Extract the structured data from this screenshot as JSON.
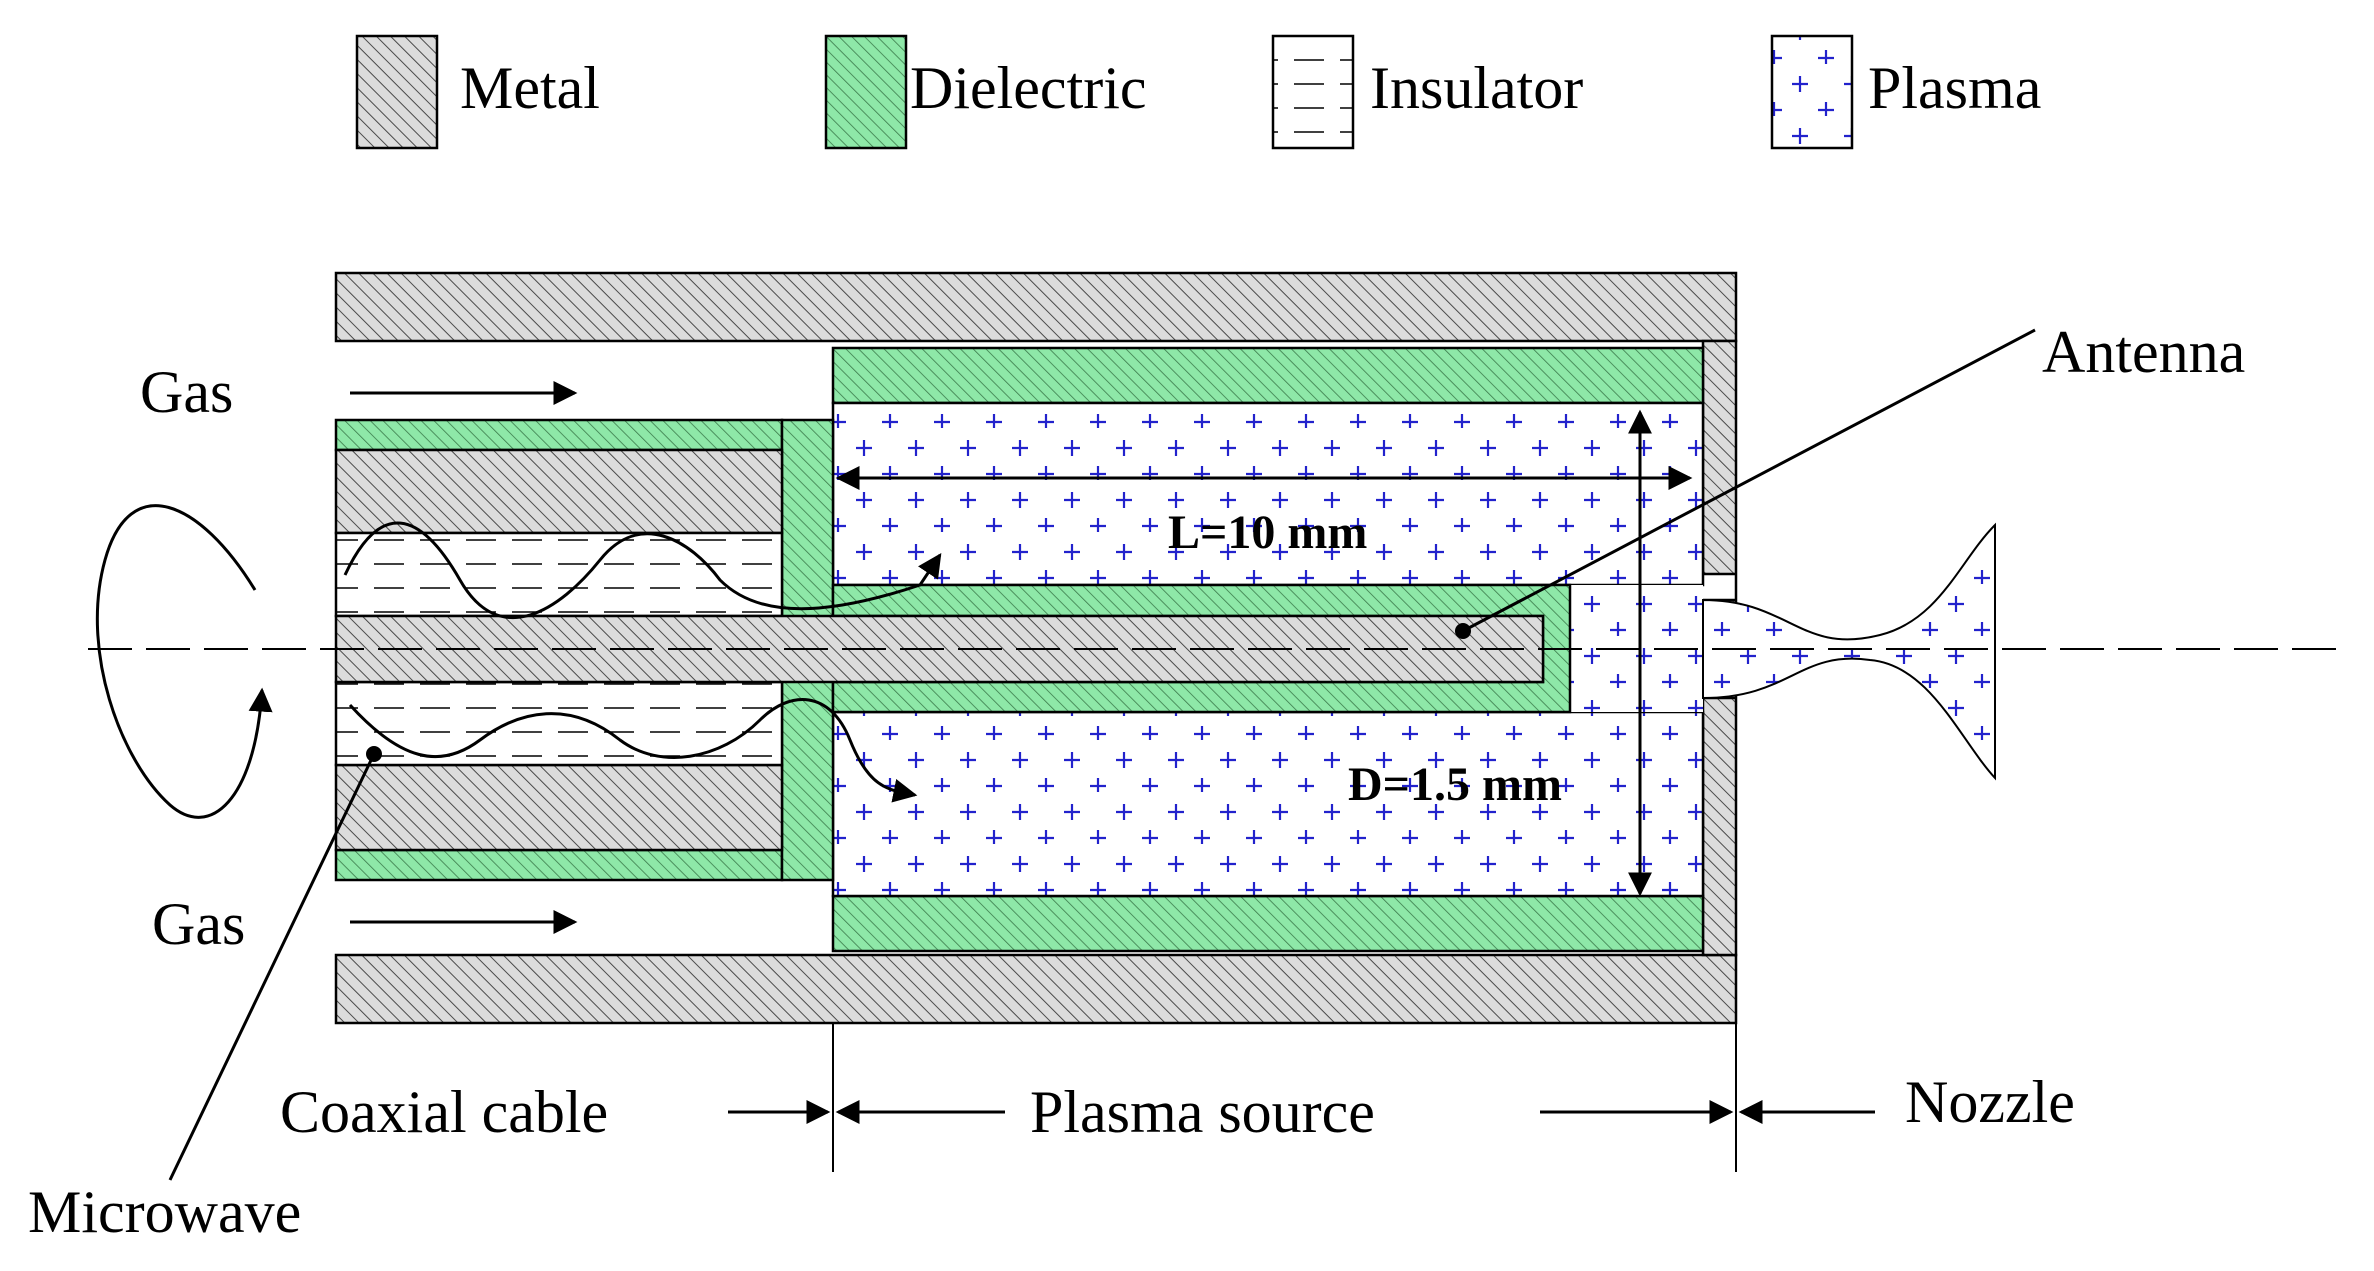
{
  "legend": {
    "metal": "Metal",
    "dielectric": "Dielectric",
    "insulator": "Insulator",
    "plasma": "Plasma"
  },
  "labels": {
    "gas_top": "Gas",
    "gas_bottom": "Gas",
    "antenna": "Antenna",
    "length": "L=10 mm",
    "diameter": "D=1.5 mm",
    "coaxial_cable": "Coaxial cable",
    "plasma_source": "Plasma source",
    "nozzle": "Nozzle",
    "microwave": "Microwave"
  },
  "colors": {
    "metal_fill": "#d9d9d9",
    "dielectric_fill": "#8ee6a8",
    "hatch_line": "#555555",
    "plasma_plus": "#2222cc",
    "outline": "#000000"
  }
}
